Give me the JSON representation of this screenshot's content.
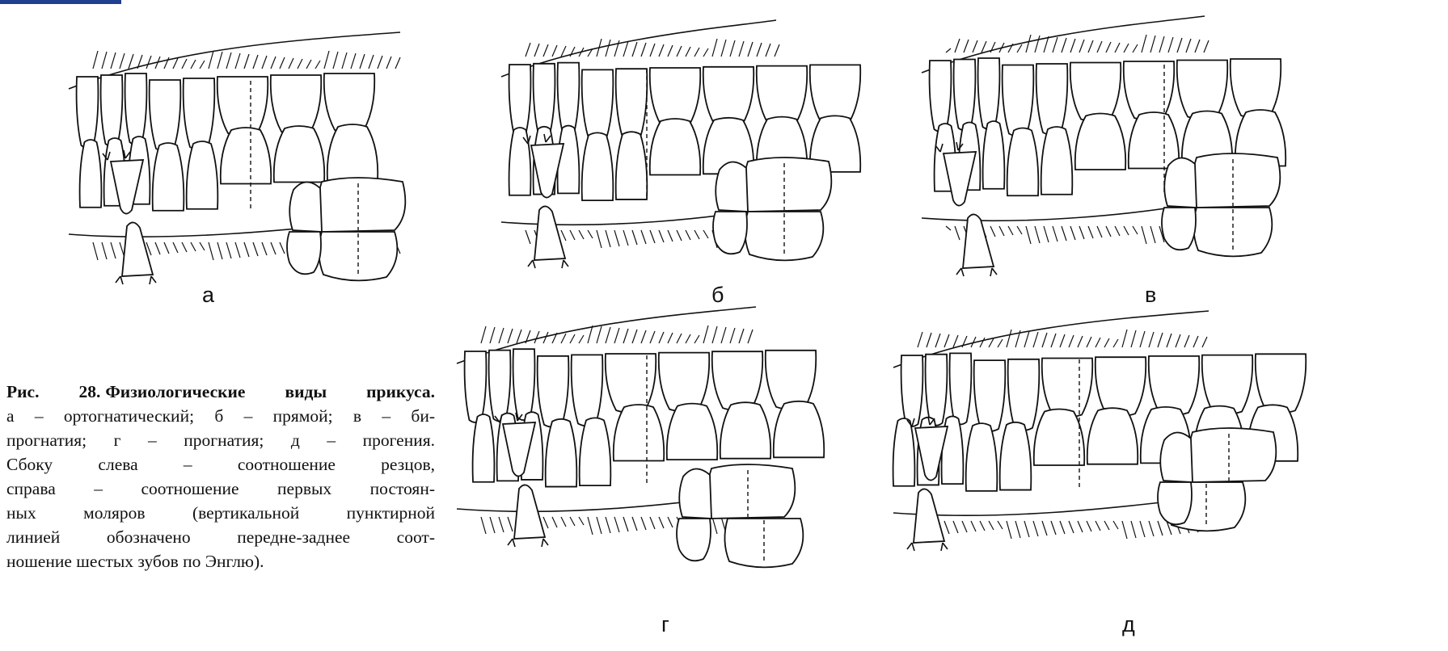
{
  "figure": {
    "label": "Рис. 28.",
    "title": "Физиологические виды прикуса.",
    "caption_lines": [
      "а – ортогнатический; б – прямой; в – би-",
      "прогнатия; г – прогнатия; д – прогения.",
      "Сбоку слева – соотношение резцов,",
      "справа – соотношение первых постоян-",
      "ных моляров (вертикальной пунктирной",
      "линией обозначено передне-заднее соот-",
      "ношение шестых зубов по Энглю)."
    ]
  },
  "panels": [
    {
      "letter": "а"
    },
    {
      "letter": "б"
    },
    {
      "letter": "в"
    },
    {
      "letter": "г"
    },
    {
      "letter": "д"
    }
  ],
  "ink_color": "#111111",
  "corner_mark_color": "#1f3f8f"
}
